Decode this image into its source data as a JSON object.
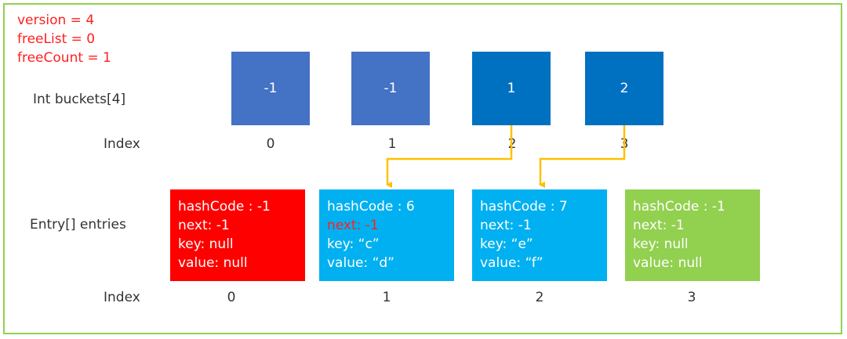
{
  "state": {
    "version": "version = 4",
    "freeList": "freeList = 0",
    "freeCount": "freeCount = 1"
  },
  "labels": {
    "buckets": "Int buckets[4]",
    "entries": "Entry[] entries",
    "index_top": "Index",
    "index_bottom": "Index"
  },
  "buckets": [
    {
      "value": "-1",
      "index": "0",
      "color": "#4472c4"
    },
    {
      "value": "-1",
      "index": "1",
      "color": "#4472c4"
    },
    {
      "value": "1",
      "index": "2",
      "color": "#0070c0"
    },
    {
      "value": "2",
      "index": "3",
      "color": "#0070c0"
    }
  ],
  "entries": [
    {
      "hashCode": "hashCode : -1",
      "next": "next: -1",
      "key": "key: null",
      "value": "value: null",
      "index": "0",
      "color": "#ff0000",
      "next_color": "#ffffff"
    },
    {
      "hashCode": "hashCode : 6",
      "next": "next: -1",
      "key": "key: “c”",
      "value": "value: “d”",
      "index": "1",
      "color": "#00b0f0",
      "next_color": "#ff2020"
    },
    {
      "hashCode": "hashCode : 7",
      "next": "next: -1",
      "key": "key: “e”",
      "value": "value: “f”",
      "index": "2",
      "color": "#00b0f0",
      "next_color": "#ffffff"
    },
    {
      "hashCode": "hashCode : -1",
      "next": "next: -1",
      "key": "key: null",
      "value": "value: null",
      "index": "3",
      "color": "#92d050",
      "next_color": "#ffffff"
    }
  ],
  "colors": {
    "frame": "#92d050",
    "arrow": "#ffc000",
    "state_text": "#ff2020"
  }
}
